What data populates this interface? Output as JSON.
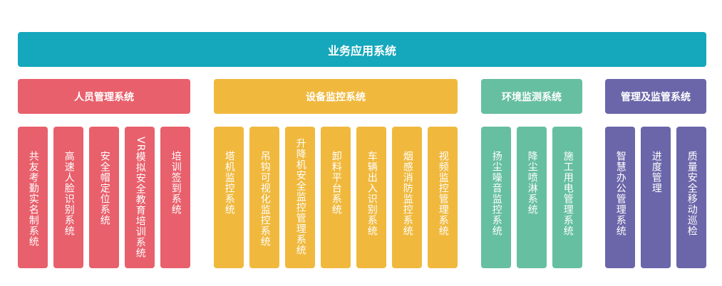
{
  "top": {
    "title": "业务应用系统",
    "color": "#15a7bb"
  },
  "groups": [
    {
      "title": "人员管理系统",
      "color": "#e8606c",
      "items": [
        "共友考勤实名制系统",
        "高速人脸识别系统",
        "安全帽定位系统",
        "VR模拟安全教育培训系统",
        "培训签到系统"
      ]
    },
    {
      "title": "设备监控系统",
      "color": "#f0b93e",
      "items": [
        "塔机监控系统",
        "吊钩可视化监控系统",
        "升降机安全监控管理系统",
        "卸料平台系统",
        "车辆出入识别系统",
        "烟感消防监控系统",
        "视频监控管理系统"
      ]
    },
    {
      "title": "环境监测系统",
      "color": "#66bfa0",
      "items": [
        "扬尘噪音监控系统",
        "降尘喷淋系统",
        "施工用电管理系统"
      ]
    },
    {
      "title": "管理及监管系统",
      "color": "#6b66a9",
      "items": [
        "智慧办公管理系统",
        "进度管理",
        "质量安全移动巡检"
      ]
    }
  ]
}
